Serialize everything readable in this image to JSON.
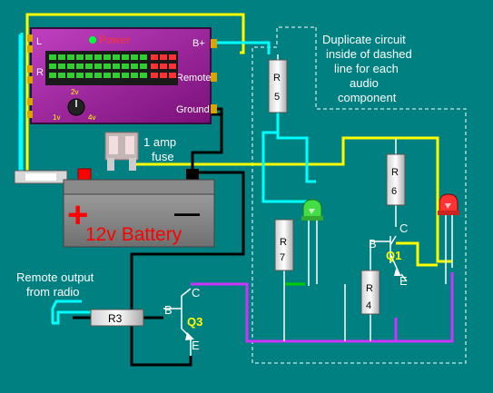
{
  "colors": {
    "background": "#008080",
    "wire_yellow": "#ffff00",
    "wire_cyan": "#00ffff",
    "wire_black": "#000000",
    "wire_magenta": "#cc33ff",
    "wire_green": "#00cc00",
    "amp_body": "#9a1b9a",
    "label_yellow": "#ffff00",
    "label_red": "#ff0000"
  },
  "amplifier": {
    "left_label": "L",
    "right_label": "R",
    "power_label": "Power",
    "bplus_label": "B+",
    "remote_label": "Remote",
    "ground_label": "Ground",
    "knob_low": "1v",
    "knob_mid": "2v",
    "knob_high": "4v"
  },
  "fuse": {
    "label_line1": "1 amp",
    "label_line2": "fuse"
  },
  "battery": {
    "plus": "+",
    "minus": "—",
    "label": "12v Battery"
  },
  "note": {
    "line1": "Duplicate circuit",
    "line2": "inside of dashed",
    "line3": "line for each",
    "line4": "audio",
    "line5": "component"
  },
  "remote_input": {
    "line1": "Remote output",
    "line2": "from radio"
  },
  "resistors": {
    "r3": "R3",
    "r4_a": "R",
    "r4_b": "4",
    "r5_a": "R",
    "r5_b": "5",
    "r6_a": "R",
    "r6_b": "6",
    "r7_a": "R",
    "r7_b": "7"
  },
  "transistors": {
    "q1": {
      "name": "Q1",
      "base": "B",
      "collector": "C",
      "emitter": "E"
    },
    "q3": {
      "name": "Q3",
      "base": "B",
      "collector": "C",
      "emitter": "E"
    }
  }
}
